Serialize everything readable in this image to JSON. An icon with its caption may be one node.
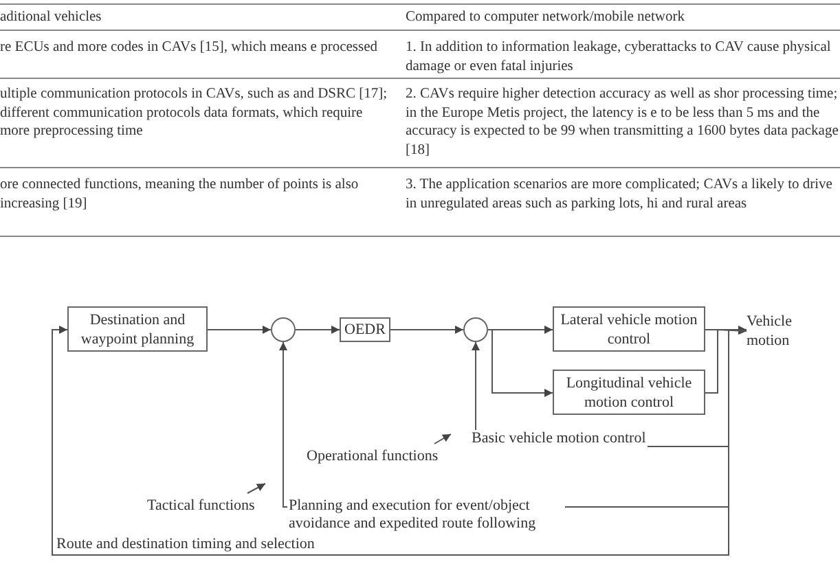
{
  "diagram": {
    "nodes": [
      {
        "text": [
          "Destination and waypoint planning"
        ]
      },
      {
        "text": [],
        "shape": "circle"
      },
      {
        "text": [
          "OEDR"
        ]
      },
      {
        "text": [],
        "shape": "circle"
      },
      {
        "text": [
          "Lateral vehicle motion control"
        ]
      },
      {
        "text": [
          "Longitudinal vehicle motion control"
        ]
      },
      {
        "text": [
          "Vehicle motion"
        ]
      }
    ],
    "edges": [
      {
        "from": 0,
        "to": 1,
        "arrow": "to"
      },
      {
        "from": 1,
        "to": 2,
        "arrow": "to"
      },
      {
        "from": 2,
        "to": 3,
        "arrow": "to"
      },
      {
        "from": 3,
        "to": 4,
        "arrow": "to"
      },
      {
        "from": 3,
        "to": 5,
        "arrow": "to"
      },
      {
        "from": 4,
        "to": 6,
        "arrow": "to"
      },
      {
        "from": 5,
        "to": 6,
        "arrow": "to"
      },
      {
        "from": 6,
        "to": 3,
        "arrow": "to",
        "label": "Basic vehicle motion control"
      },
      {
        "from": 6,
        "to": 1,
        "arrow": "to",
        "label": "Planning and execution for event/object avoidance and expedited route following"
      },
      {
        "from": 6,
        "to": 0,
        "arrow": "to",
        "label": "Route and destination timing and selection"
      }
    ],
    "labels": [
      "aditional vehicles",
      "Compared to computer network/mobile network",
      "re ECUs and more codes in CAVs [15], which means e processed",
      "1. In addition to information leakage, cyberattacks to CAV cause physical damage or even fatal injuries",
      "ultiple communication protocols in CAVs, such as and DSRC [17]; different communication protocols data formats, which require more preprocessing time",
      "2. CAVs require higher detection accuracy as well as shor processing time; in the Europe Metis project, the latency is e to be less than 5 ms and the accuracy is expected to be 99 when transmitting a 1600 bytes data package [18]",
      "ore connected functions, meaning the number of points is also increasing [19]",
      "3. The application scenarios are more complicated; CAVs a likely to drive in unregulated areas such as parking lots, hi and rural areas",
      "Operational functions",
      "Tactical functions"
    ]
  }
}
